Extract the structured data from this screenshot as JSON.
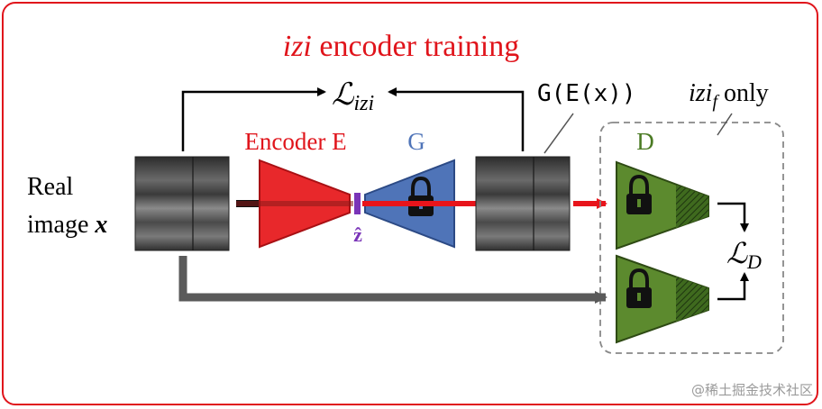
{
  "title": {
    "italic": "izi",
    "rest": " encoder training"
  },
  "labels": {
    "real_image_line1": "Real",
    "real_image_line2": "image ",
    "real_image_var": "x",
    "encoder": "Encoder E",
    "generator": "G",
    "discriminator": "D",
    "latent": "ẑ",
    "gen_output": "G(E(x))",
    "loss_izi_script": "ℒ",
    "loss_izi_sub": "izi",
    "loss_d_script": "ℒ",
    "loss_d_sub": "D",
    "izif_main": "izi",
    "izif_sub": "f",
    "izif_rest": " only"
  },
  "watermark": "@稀土掘金技术社区",
  "colors": {
    "frame": "#e0141b",
    "title": "#e0141b",
    "encoder": "#e0141b",
    "generator": "#4f74b8",
    "discriminator": "#4a7a23",
    "latent": "#7a34b8",
    "arrow_red": "#e8141b",
    "arrow_gray": "#5a5a5a"
  }
}
